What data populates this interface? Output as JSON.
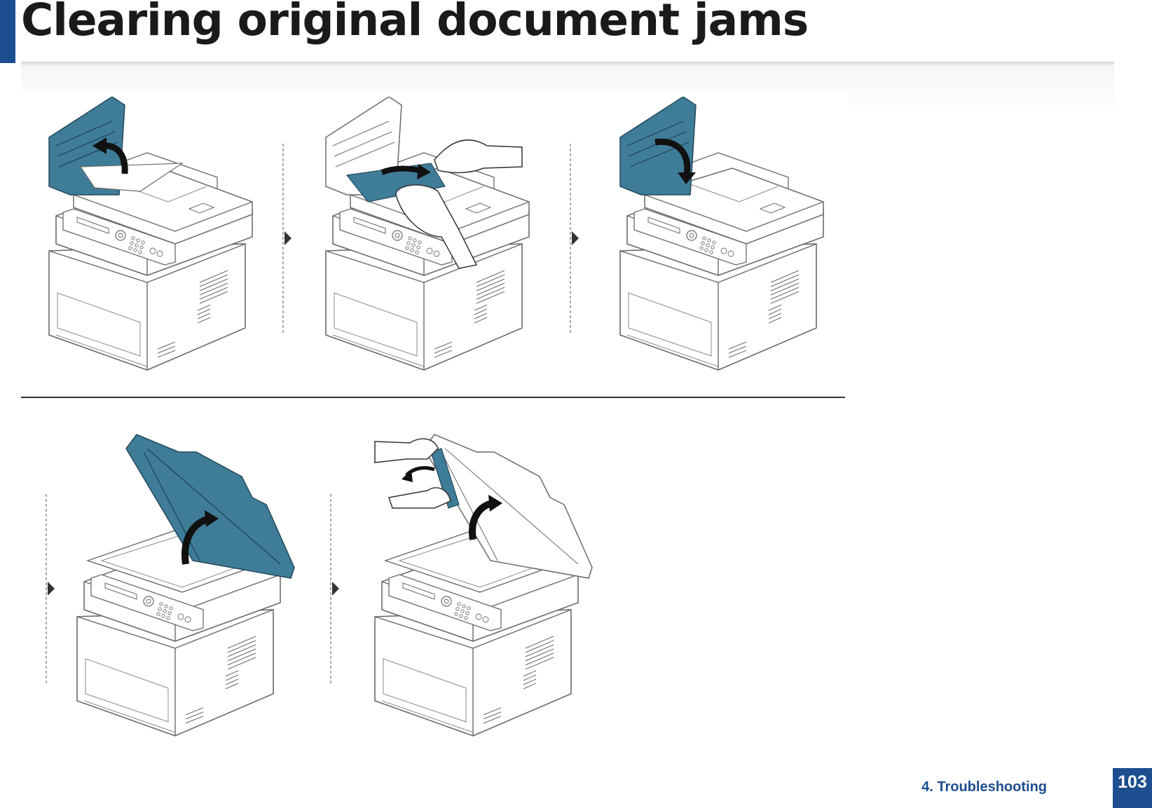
{
  "page": {
    "title": "Clearing original document jams",
    "footer_section": "4.  Troubleshooting",
    "page_number": "103"
  },
  "colors": {
    "brand": "#1d4e8f",
    "illustration_accent": "#3f7c98",
    "line": "#6a6a6a"
  },
  "figure": {
    "steps": [
      {
        "icon": "open-adf-cover",
        "accent": "feed-cover"
      },
      {
        "icon": "pull-jammed-paper",
        "accent": "paper"
      },
      {
        "icon": "close-adf-cover",
        "accent": "feed-cover"
      },
      {
        "icon": "lift-scanner-lid",
        "accent": "lid"
      },
      {
        "icon": "remove-paper-from-lid",
        "accent": "paper"
      }
    ]
  }
}
